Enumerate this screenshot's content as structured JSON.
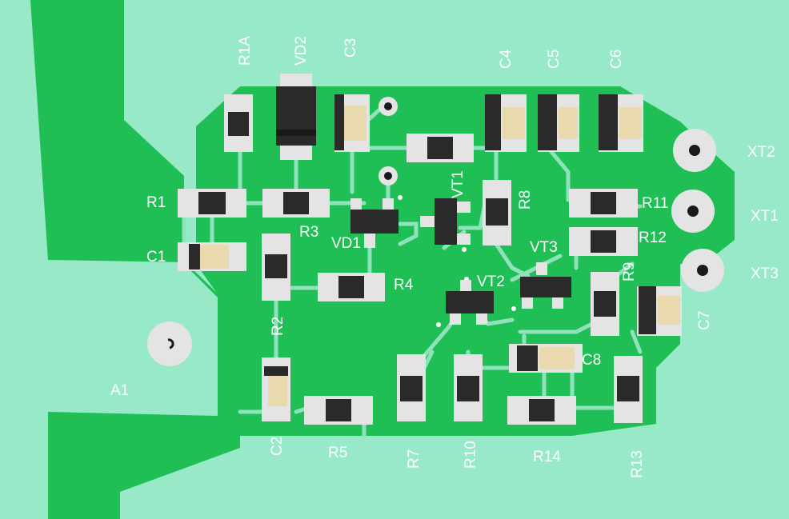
{
  "colors": {
    "background": "#98E9C8",
    "copper": "#1FBF55",
    "trace": "#8FE2BC",
    "pad": "#E4E4E4",
    "component_body": "#2A2A2A",
    "capacitor_body": "#E8D9AE",
    "label": "#FFFFFF"
  },
  "labels": {
    "R1A": "R1A",
    "VD2": "VD2",
    "C3": "C3",
    "C4": "C4",
    "C5": "C5",
    "C6": "C6",
    "XT2": "XT2",
    "XT1": "XT1",
    "XT3": "XT3",
    "R1": "R1",
    "R3": "R3",
    "C1": "C1",
    "VD1": "VD1",
    "VT1": "VT1",
    "R8": "R8",
    "R11": "R11",
    "R12": "R12",
    "VT3": "VT3",
    "R9": "R9",
    "C7": "C7",
    "R4": "R4",
    "VT2": "VT2",
    "R2": "R2",
    "A1": "A1",
    "C8": "C8",
    "C2": "C2",
    "R5": "R5",
    "R7": "R7",
    "R10": "R10",
    "R14": "R14",
    "R13": "R13"
  }
}
